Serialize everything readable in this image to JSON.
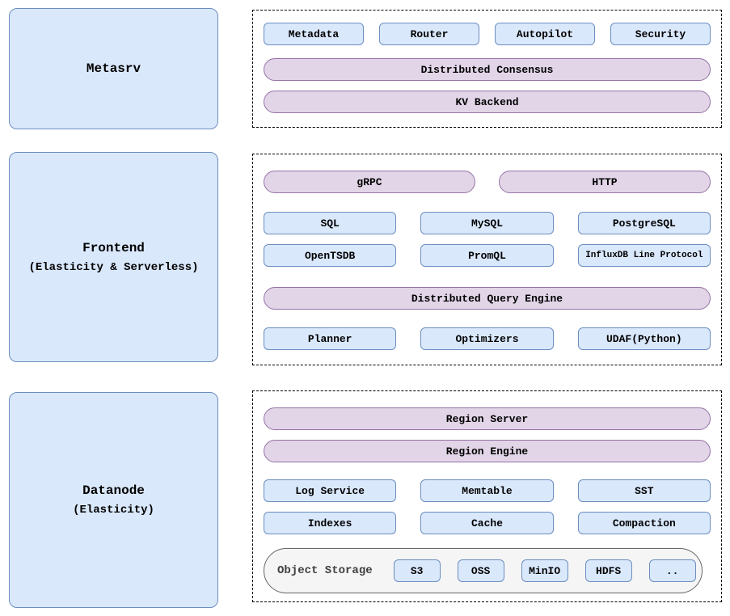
{
  "palette": {
    "blue_fill": "#dae8fc",
    "blue_border": "#6c8ebf",
    "purple_fill": "#e1d5e7",
    "purple_border": "#9673a6",
    "storage_fill": "#f5f5f5",
    "storage_border": "#666666",
    "panel_border": "#000000",
    "text": "#000000",
    "storage_text": "#404040",
    "background": "#ffffff"
  },
  "metasrv": {
    "title": "Metasrv",
    "modules": [
      "Metadata",
      "Router",
      "Autopilot",
      "Security"
    ],
    "consensus_pill": "Distributed Consensus",
    "kv_pill": "KV Backend"
  },
  "frontend": {
    "title": "Frontend",
    "subtitle": "(Elasticity & Serverless)",
    "grpc_pill": "gRPC",
    "http_pill": "HTTP",
    "protocols_row1": [
      "SQL",
      "MySQL",
      "PostgreSQL"
    ],
    "protocols_row2": [
      "OpenTSDB",
      "PromQL",
      "InfluxDB Line Protocol"
    ],
    "engine_pill": "Distributed Query Engine",
    "engine_components": [
      "Planner",
      "Optimizers",
      "UDAF(Python)"
    ]
  },
  "datanode": {
    "title": "Datanode",
    "subtitle": "(Elasticity)",
    "server_pill": "Region Server",
    "engine_pill": "Region Engine",
    "components_row1": [
      "Log Service",
      "Memtable",
      "SST"
    ],
    "components_row2": [
      "Indexes",
      "Cache",
      "Compaction"
    ],
    "object_storage": {
      "label": "Object Storage",
      "backends": [
        "S3",
        "OSS",
        "MinIO",
        "HDFS",
        ".."
      ]
    }
  }
}
